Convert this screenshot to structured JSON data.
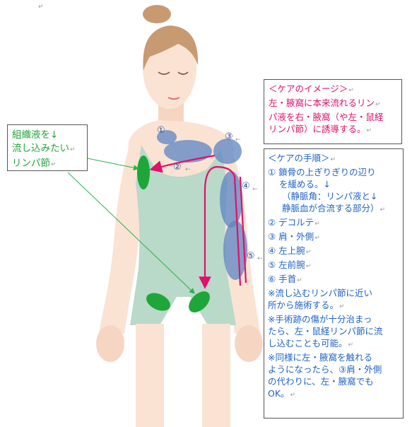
{
  "image_box": {
    "title": "＜ケアのイメージ＞",
    "lines": [
      "左・腋窩に本来流れるリン",
      "パ液を右・腋窩（や左・鼠経",
      "リンパ節）に誘導する。"
    ]
  },
  "tissue_box": {
    "lines": [
      "組織液を↓",
      "流し込みたい",
      "リンパ節"
    ]
  },
  "steps_box": {
    "title": "＜ケアの手順＞",
    "step1": [
      "① 鎖骨の上ぎりぎりの辺り",
      "を緩める。↓"
    ],
    "step1_note": [
      "（静脈角：リンパ液と↓",
      "静脈血が合流する部分）"
    ],
    "steps": [
      "② デコルテ",
      "③ 肩・外側",
      "④ 左上腕",
      "⑤ 左前腕",
      "⑥ 手首"
    ],
    "notes": [
      "※流し込むリンパ節に近い",
      "所から施術する。",
      "※手術跡の傷が十分治まっ",
      "たら、左・鼠経リンパ節に流",
      "し込むことも可能。",
      "※同様に左・腋窩を触れる",
      "ようになったら、③肩・外側",
      "の代わりに、左・腋窩でも",
      "OK。"
    ]
  },
  "figure_labels": {
    "n1": "①",
    "n2": "②",
    "n3": "③",
    "n4": "④",
    "n5": "⑤"
  },
  "colors": {
    "care_image_text": "#e0106b",
    "tissue_text": "#22a63a",
    "steps_text": "#1e63c6",
    "arrow": "#e0106b",
    "zones": "#5b84c4",
    "lymph_nodes": "#1fa63a",
    "pointer": "#27b24a",
    "skin": "#fae3d3",
    "garment": "#b9d9c9",
    "hair": "#c79a72"
  }
}
